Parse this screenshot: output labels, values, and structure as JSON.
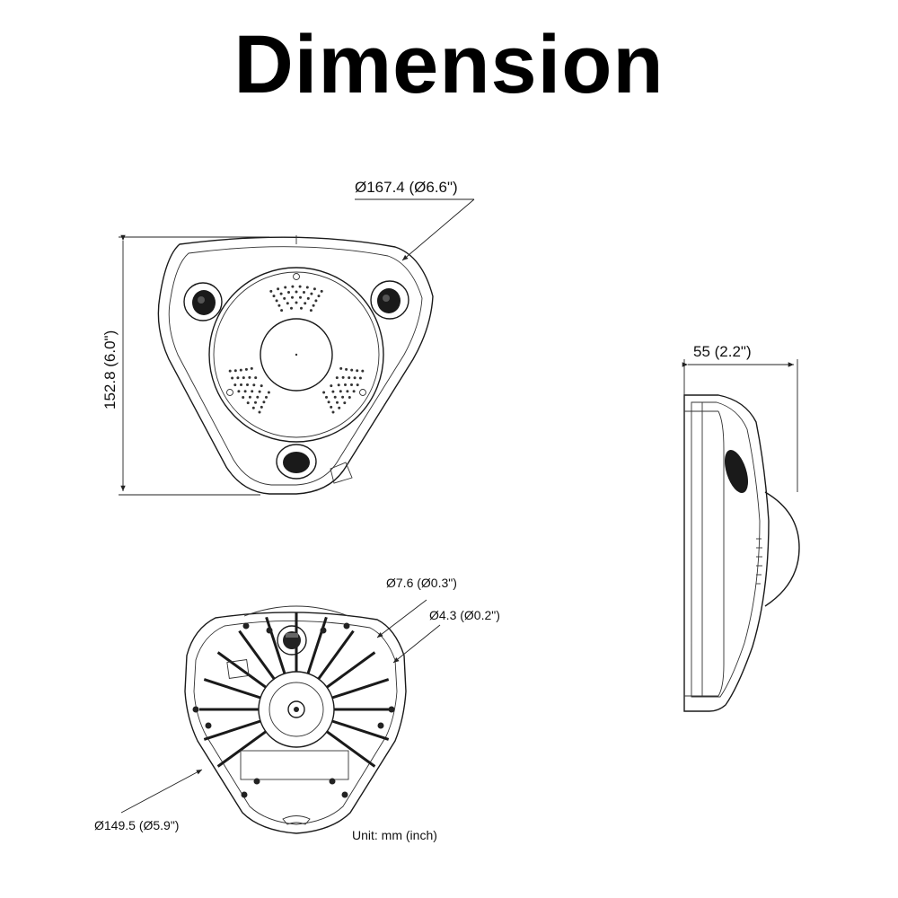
{
  "title": "Dimension",
  "labels": {
    "top_diameter": "Ø167.4 (Ø6.6\")",
    "height": "152.8 (6.0\")",
    "side_depth": "55 (2.2\")",
    "hole_large": "Ø7.6 (Ø0.3\")",
    "hole_small": "Ø4.3 (Ø0.2\")",
    "base_diameter": "Ø149.5 (Ø5.9\")",
    "unit": "Unit: mm (inch)"
  },
  "colors": {
    "line": "#1a1a1a",
    "background": "#ffffff"
  }
}
